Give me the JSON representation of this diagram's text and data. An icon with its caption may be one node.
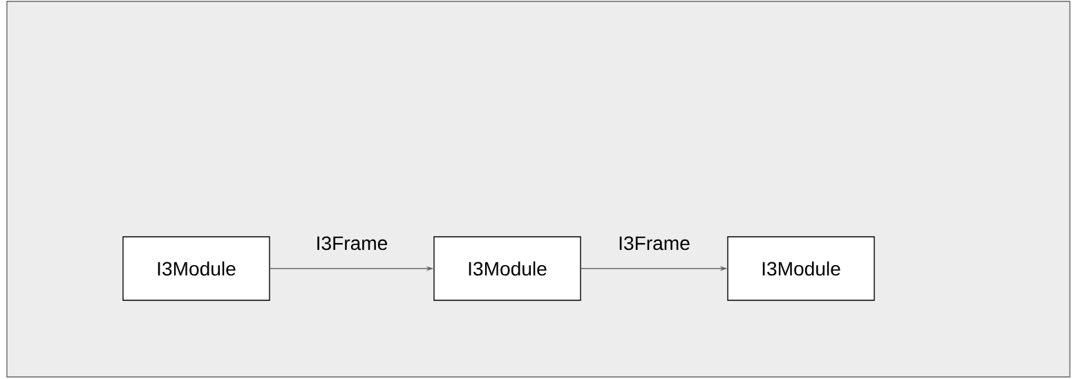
{
  "diagram": {
    "nodes": [
      {
        "text": [],
        "shape": "box"
      },
      {
        "text": [
          "I3Module"
        ],
        "in": 0
      },
      {
        "text": [
          "I3Module"
        ],
        "in": 0
      },
      {
        "text": [
          "I3Module"
        ],
        "in": 0
      }
    ],
    "edges": [
      {
        "from": 1,
        "to": 2,
        "arrow": "to",
        "label": "I3Frame"
      },
      {
        "from": 2,
        "to": 3,
        "arrow": "to",
        "label": "I3Frame"
      }
    ]
  }
}
